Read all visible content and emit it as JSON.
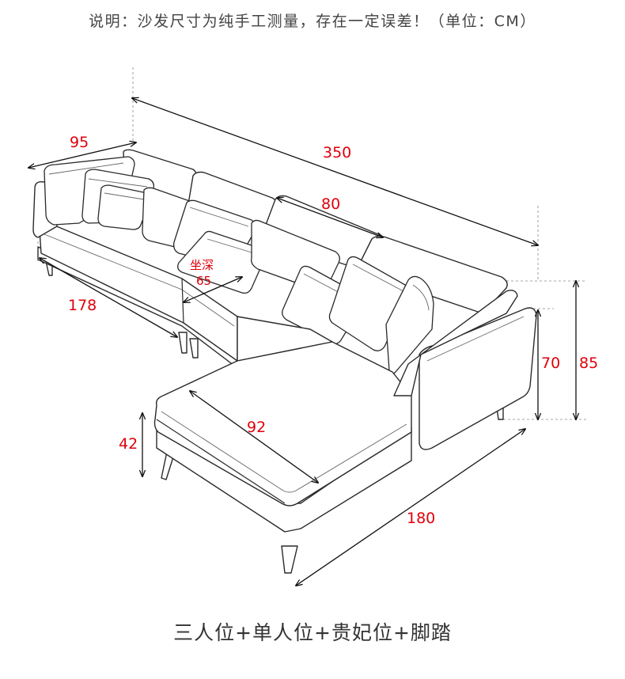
{
  "note": "说明：沙发尺寸为纯手工测量，存在一定误差！（单位：CM）",
  "caption": "三人位+单人位+贵妃位+脚踏",
  "dimensions": {
    "depth": "95",
    "total_length": "350",
    "back_cushion": "80",
    "seat_length": "178",
    "seat_depth_label": "坐深",
    "seat_depth": "65",
    "armrest_height": "70",
    "total_height": "85",
    "chaise_width": "92",
    "seat_height": "42",
    "chaise_length": "180"
  },
  "colors": {
    "label": "#e0000b",
    "line": "#2a2a2a"
  }
}
